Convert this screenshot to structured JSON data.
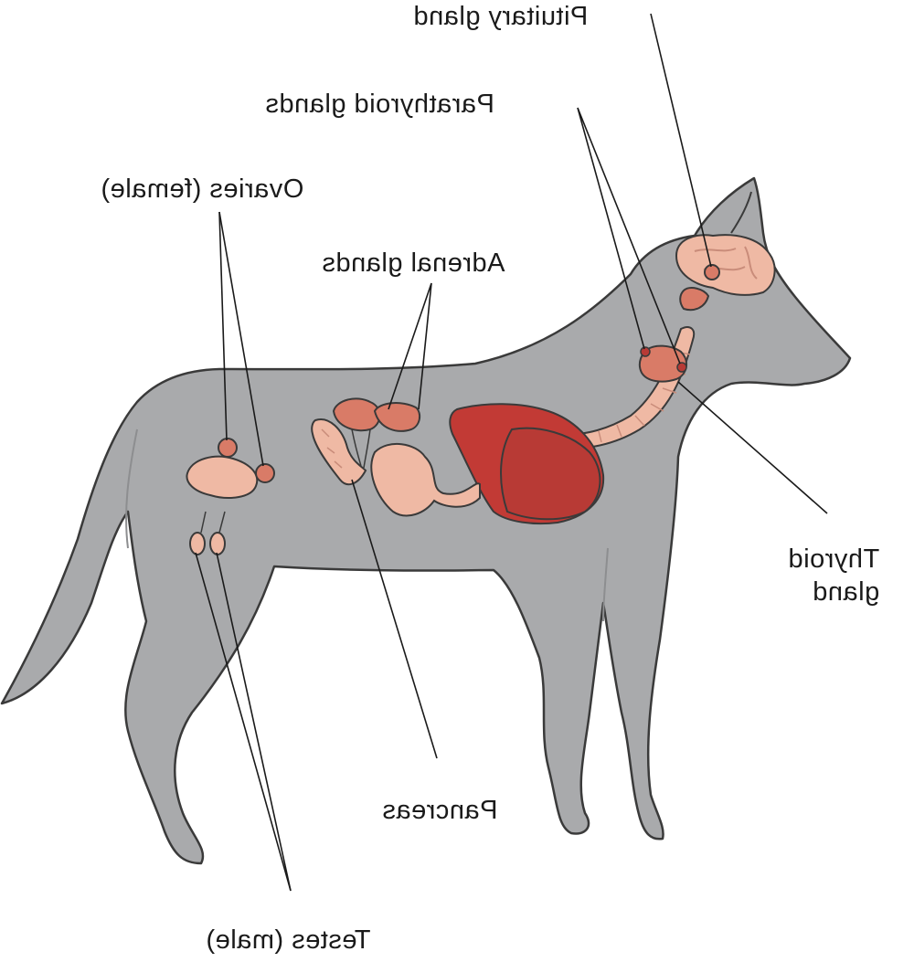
{
  "diagram": {
    "labels": {
      "pituitary": "Pituitary gland",
      "parathyroid": "Parathyroid glands",
      "ovaries": "Ovaries (female)",
      "adrenal": "Adrenal glands",
      "thyroid_line1": "Thyroid",
      "thyroid_line2": "gland",
      "pancreas": "Pancreas",
      "testes": "Testes (male)"
    },
    "colors": {
      "body": "#a9aaac",
      "body_outline": "#3a3a3a",
      "organ_light": "#efb9a4",
      "organ_mid": "#d97b67",
      "organ_dark": "#b83a35",
      "heart": "#c23a35",
      "leader_line": "#1a1a1a"
    }
  }
}
